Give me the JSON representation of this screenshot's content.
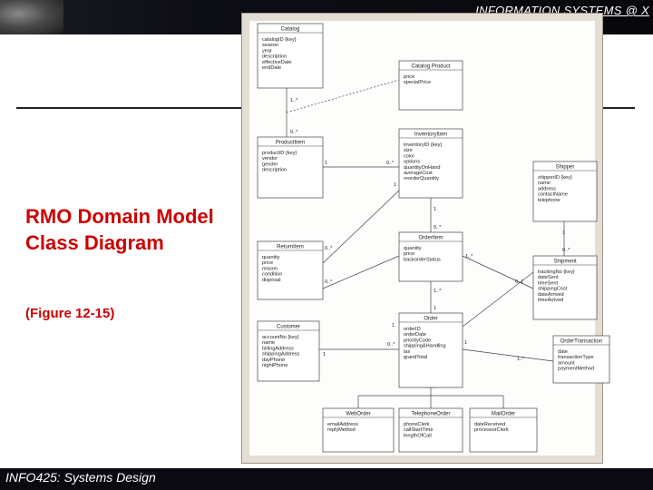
{
  "header": {
    "title": "INFORMATION SYSTEMS @ X"
  },
  "slide": {
    "title": "RMO Domain Model Class Diagram",
    "subtitle": "(Figure 12-15)",
    "footer": "INFO425: Systems Design"
  },
  "classes": [
    {
      "id": "catalog",
      "name": "Catalog",
      "attrs": [
        "catalogID {key}",
        "season",
        "year",
        "description",
        "effectiveDate",
        "endDate"
      ]
    },
    {
      "id": "catalog-product",
      "name": "Catalog Product",
      "attrs": [
        "price",
        "specialPrice"
      ]
    },
    {
      "id": "inventory-item",
      "name": "InventoryItem",
      "attrs": [
        "inventoryID {key}",
        "size",
        "color",
        "options",
        "quantityOnHand",
        "averageCost",
        "reorderQuantity"
      ]
    },
    {
      "id": "product-item",
      "name": "ProductItem",
      "attrs": [
        "productID {key}",
        "vendor",
        "gender",
        "description"
      ]
    },
    {
      "id": "shipper",
      "name": "Shipper",
      "attrs": [
        "shipperID {key}",
        "name",
        "address",
        "contactName",
        "telephone"
      ]
    },
    {
      "id": "return-item",
      "name": "ReturnItem",
      "attrs": [
        "quantity",
        "price",
        "reason",
        "condition",
        "disposal"
      ]
    },
    {
      "id": "order-item",
      "name": "OrderItem",
      "attrs": [
        "quantity",
        "price",
        "backorderStatus"
      ]
    },
    {
      "id": "shipment",
      "name": "Shipment",
      "attrs": [
        "trackingNo {key}",
        "dateSent",
        "timeSent",
        "shippingCost",
        "dateArrived",
        "timeArrived"
      ]
    },
    {
      "id": "customer",
      "name": "Customer",
      "attrs": [
        "accountNo {key}",
        "name",
        "billingAddress",
        "shippingAddress",
        "dayPhone",
        "nightPhone"
      ]
    },
    {
      "id": "order",
      "name": "Order",
      "attrs": [
        "orderID",
        "orderDate",
        "priorityCode",
        "shipping&Handling",
        "tax",
        "grandTotal"
      ]
    },
    {
      "id": "order-transaction",
      "name": "OrderTransaction",
      "attrs": [
        "date",
        "transactionType",
        "amount",
        "paymentMethod"
      ]
    },
    {
      "id": "web-order",
      "name": "WebOrder",
      "attrs": [
        "emailAddress",
        "replyMethod"
      ]
    },
    {
      "id": "telephone-order",
      "name": "TelephoneOrder",
      "attrs": [
        "phoneClerk",
        "callStartTime",
        "lengthOfCall"
      ]
    },
    {
      "id": "mail-order",
      "name": "MailOrder",
      "attrs": [
        "dateReceived",
        "processorClerk"
      ]
    }
  ],
  "multiplicities": {
    "catalog_assoc": "1..*",
    "productitem_assoc": "0..*",
    "pi_inv_left": "1",
    "pi_inv_right": "0..*",
    "inv_pi": "1",
    "inv_oi_top": "1",
    "inv_oi_bottom": "0..*",
    "shipper_one": "1",
    "shipper_many": "0..*",
    "ri_top": "0..*",
    "ri_bottom": "0..*",
    "oi_shipment_left": "1..*",
    "oi_shipment_right": "0..1",
    "oi_order_top": "1..*",
    "oi_order_bottom": "1",
    "customer_order_many": "0..*",
    "customer_order_one": "1",
    "order_txn_one": "1",
    "order_txn_many": "1..*",
    "order_shipment": "1"
  }
}
